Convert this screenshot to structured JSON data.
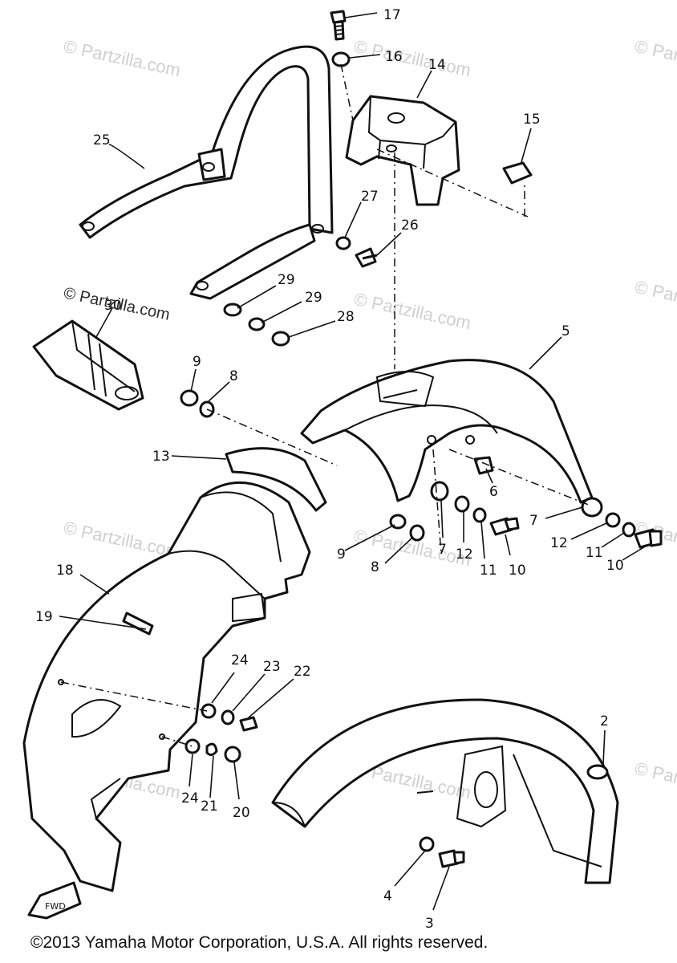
{
  "diagram": {
    "part_labels": [
      "17",
      "16",
      "14",
      "15",
      "25",
      "27",
      "26",
      "29",
      "29",
      "28",
      "30",
      "9",
      "8",
      "5",
      "13",
      "6",
      "7",
      "12",
      "11",
      "10",
      "7",
      "12",
      "11",
      "10",
      "9",
      "8",
      "18",
      "19",
      "24",
      "23",
      "22",
      "24",
      "21",
      "20",
      "2",
      "4",
      "3"
    ],
    "watermark_prominent": "© Partzilla.com",
    "watermark_faint": "© Partzilla.com",
    "fwd_arrow_text": "FWD"
  },
  "footer": {
    "copyright": "©2013 Yamaha Motor Corporation, U.S.A. All rights reserved."
  }
}
